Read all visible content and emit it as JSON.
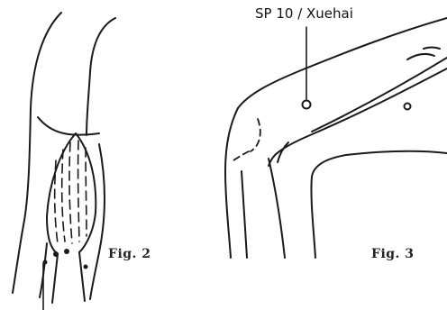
{
  "acupoint_label": "SP 10 / Xuehai",
  "figures": [
    {
      "caption": "Fig. 2"
    },
    {
      "caption": "Fig. 3"
    }
  ]
}
